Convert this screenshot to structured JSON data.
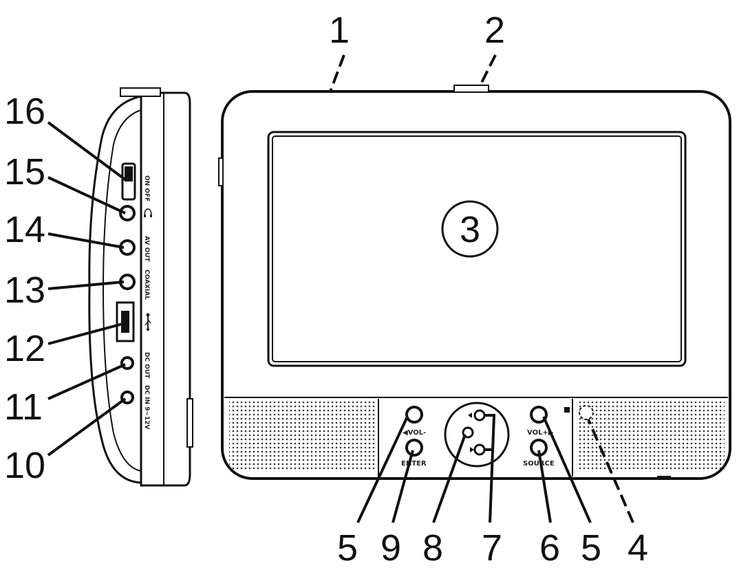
{
  "callouts": {
    "c1": "1",
    "c2": "2",
    "c3": "3",
    "c4": "4",
    "c5a": "5",
    "c5b": "5",
    "c6": "6",
    "c7": "7",
    "c8": "8",
    "c9": "9",
    "c10": "10",
    "c11": "11",
    "c12": "12",
    "c13": "13",
    "c14": "14",
    "c15": "15",
    "c16": "16"
  },
  "side_labels": {
    "on_off": "ON OFF",
    "av_out": "AV OUT",
    "coaxial": "COAXIAL",
    "dc_out": "DC OUT",
    "dc_in": "DC IN 9~12V"
  },
  "button_labels": {
    "vol_minus": "◀VOL-",
    "enter": "ENTER",
    "vol_plus": "VOL+▶",
    "source": "SOURCE"
  }
}
